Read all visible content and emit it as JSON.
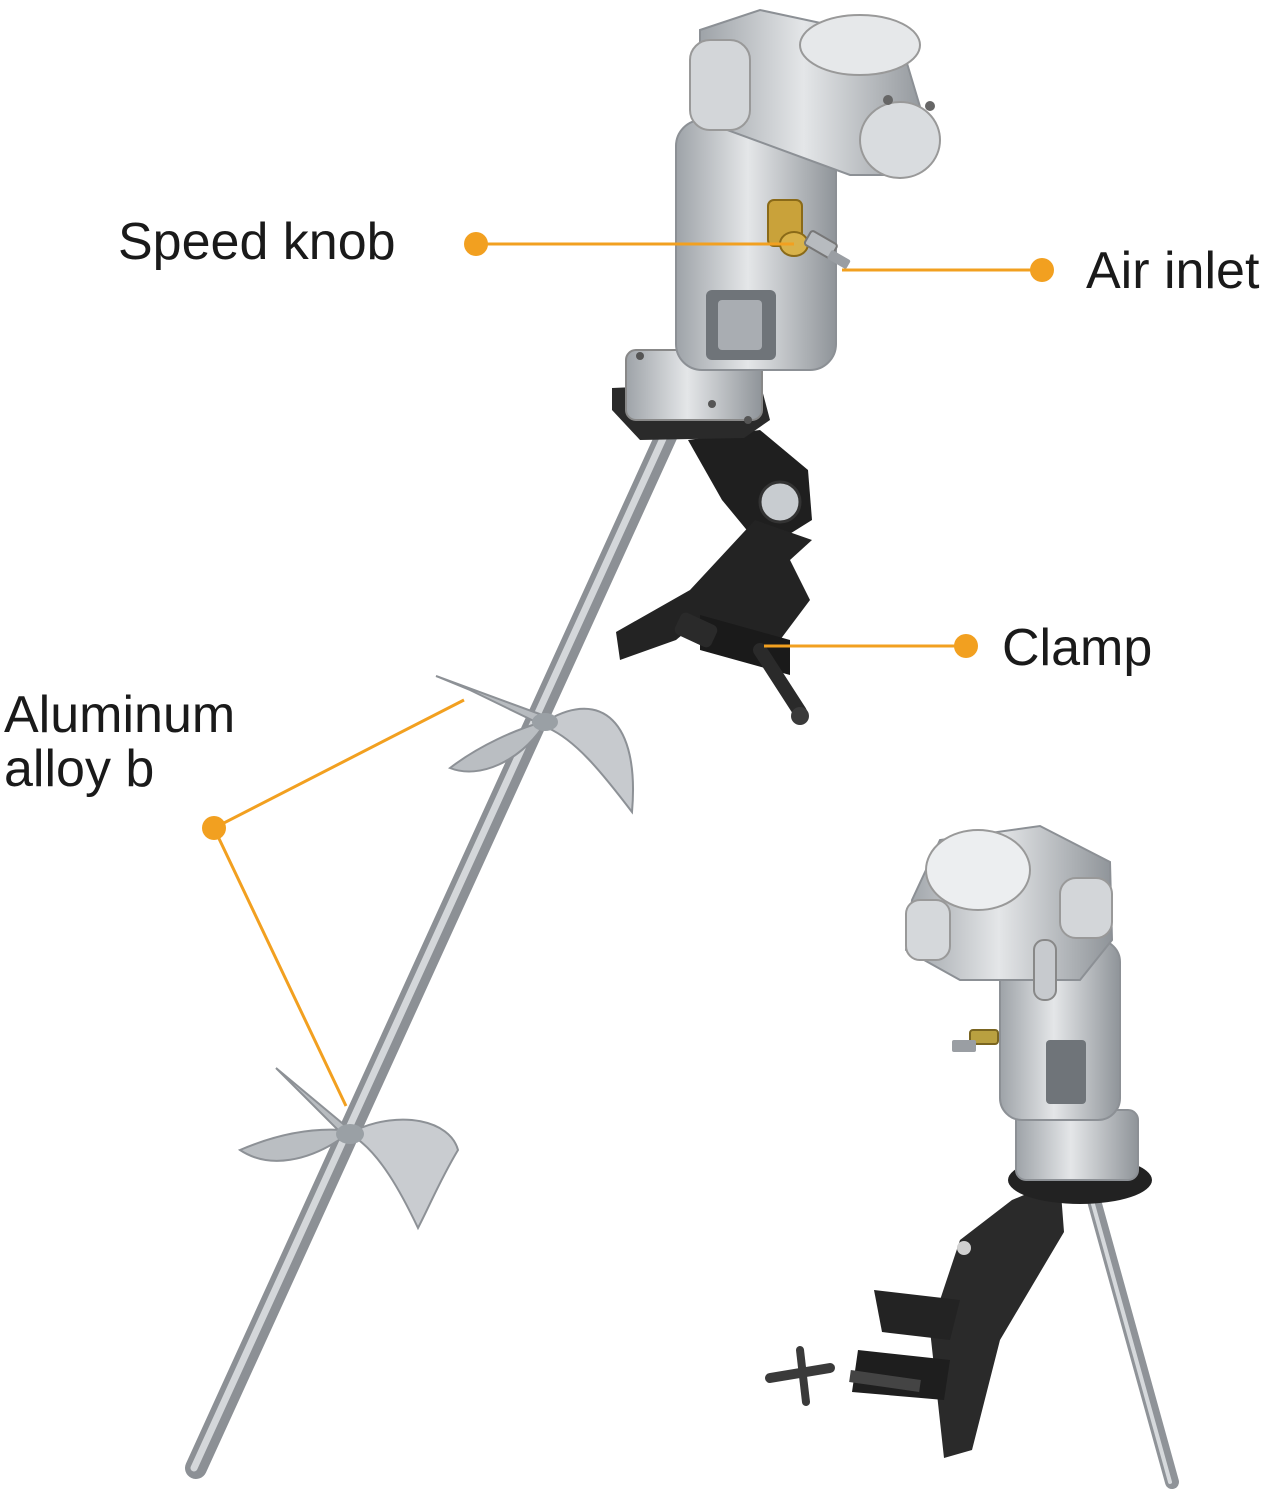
{
  "callouts": {
    "speed_knob": "Speed knob",
    "air_inlet": "Air inlet",
    "clamp": "Clamp",
    "aluminum_line1": "Aluminum",
    "aluminum_line2": "alloy b"
  },
  "colors": {
    "callout_accent": "#f2a020",
    "text": "#1a1a1a",
    "motor_body": "#c9ccd0",
    "clamp_black": "#1c1c1c",
    "shaft": "#a7abb0"
  }
}
